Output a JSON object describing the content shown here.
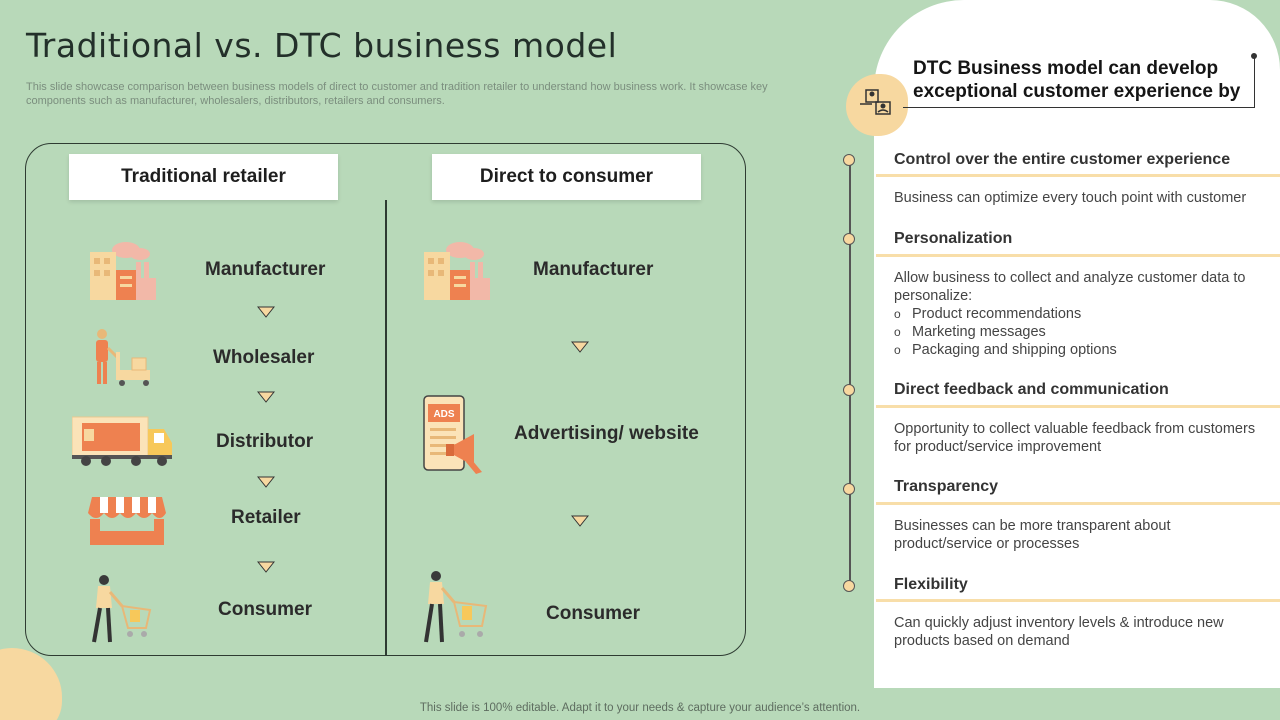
{
  "slide": {
    "title": "Traditional vs. DTC business model",
    "subtitle": "This slide showcase comparison between business models of direct to  customer and tradition retailer to understand how business work. It showcase key components such as manufacturer, wholesalers, distributors, retailers and consumers.",
    "footer": "This slide is 100% editable. Adapt it to your needs & capture your audience’s attention."
  },
  "traditional": {
    "heading": "Traditional retailer",
    "steps": [
      "Manufacturer",
      "Wholesaler",
      "Distributor",
      "Retailer",
      "Consumer"
    ]
  },
  "dtc": {
    "heading": "Direct to consumer",
    "steps": [
      "Manufacturer",
      "Advertising/ website",
      "Consumer"
    ],
    "ads_text": "ADS"
  },
  "panel": {
    "title_line1": "DTC Business model can develop",
    "title_line2": "exceptional customer experience by",
    "features": [
      {
        "title": "Control over the entire customer experience",
        "desc": "Business can optimize every touch point with customer"
      },
      {
        "title": "Personalization",
        "desc": "Allow business to collect and analyze customer data to personalize:",
        "bullets": [
          "Product recommendations",
          "Marketing messages",
          "Packaging and shipping options"
        ]
      },
      {
        "title": "Direct feedback and communication",
        "desc": "Opportunity to collect valuable feedback from customers for product/service improvement"
      },
      {
        "title": "Transparency",
        "desc": "Businesses can be more transparent about product/service or processes"
      },
      {
        "title": "Flexibility",
        "desc": "Can quickly adjust inventory levels & introduce new products based on demand"
      }
    ]
  },
  "colors": {
    "background": "#b8d9b9",
    "accent_peach": "#f7d8a0",
    "accent_orange": "#ee8150",
    "outline": "#2e3b32"
  },
  "icons": [
    "factory-icon",
    "worker-with-cart-icon",
    "delivery-truck-icon",
    "store-awning-icon",
    "shopper-icon",
    "ads-megaphone-icon",
    "team-badge-icon"
  ]
}
